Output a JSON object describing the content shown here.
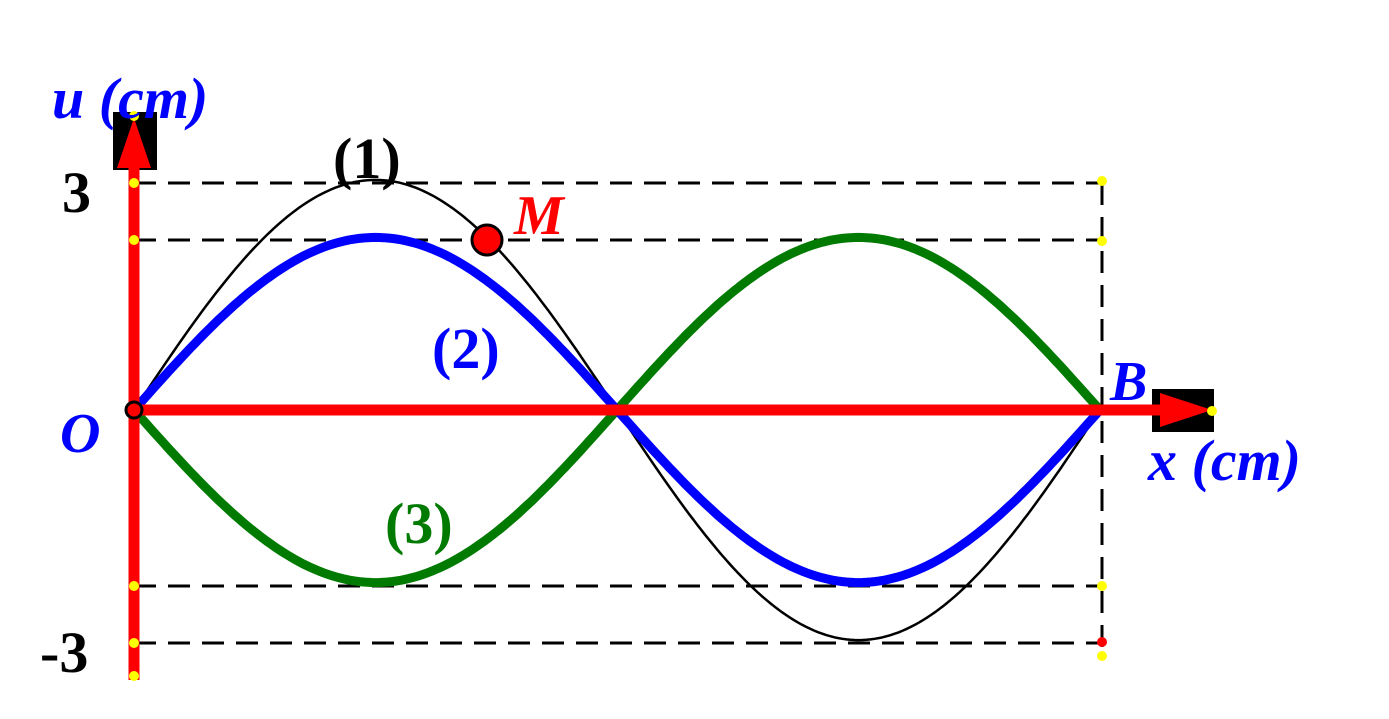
{
  "colors": {
    "axis": "#ff0000",
    "axis_label": "#0000ff",
    "curve1": "#000000",
    "curve2": "#0000ff",
    "curve3": "#007a00",
    "dashed": "#000000",
    "point_M": "#ff0000",
    "handle": "#000000",
    "marker": "#ffff00"
  },
  "labels": {
    "y_axis": "u (cm)",
    "x_axis": "x (cm)",
    "origin": "O",
    "end_point": "B",
    "point_M": "M",
    "curve1": "(1)",
    "curve2": "(2)",
    "curve3": "(3)",
    "tick_top": "3",
    "tick_bottom": "-3"
  },
  "waves": {
    "amplitude_max": 3,
    "amplitude_reduced": 2,
    "wavelengths_shown": 1
  }
}
